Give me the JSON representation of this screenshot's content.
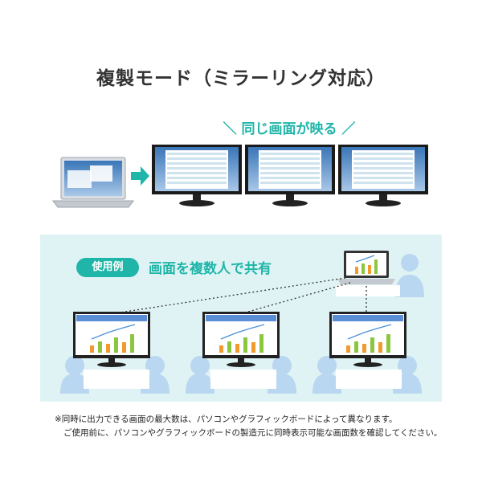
{
  "title": "複製モード（ミラーリング対応）",
  "subtitle": "＼ 同じ画面が映る ／",
  "usecase": {
    "badge": "使用例",
    "text": "画面を複数人で共有"
  },
  "notes": [
    "※同時に出力できる画面の最大数は、パソコンやグラフィックボードによって異なります。",
    "ご使用前に、パソコンやグラフィックボードの製造元に同時表示可能な画面数を確認してください。"
  ],
  "colors": {
    "accent": "#1fb5a8",
    "panel": "#dff3f5",
    "person": "#b9d7f0",
    "chart_bar_orange": "#f29a2e",
    "chart_bar_green": "#8cc63f",
    "chart_line": "#4a90d9"
  }
}
